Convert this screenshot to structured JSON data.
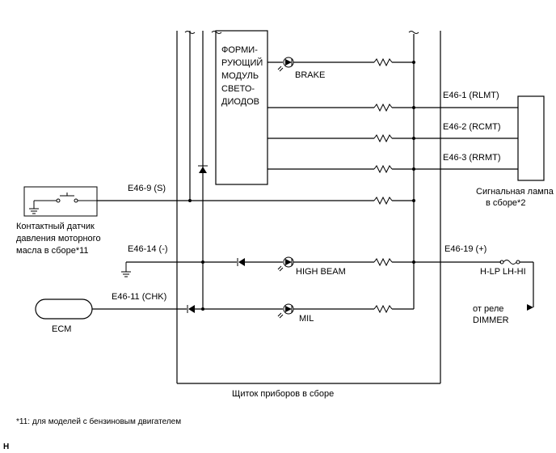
{
  "diagram": {
    "module_label": [
      "ФОРМИ-",
      "РУЮЩИЙ",
      "МОДУЛЬ",
      "СВЕТО-",
      "ДИОДОВ"
    ],
    "brake_label": "BRAKE",
    "high_beam_label": "HIGH BEAM",
    "mil_label": "MIL",
    "connectors": {
      "e46_1": "E46-1 (RLMT)",
      "e46_2": "E46-2 (RCMT)",
      "e46_3": "E46-3 (RRMT)",
      "e46_9": "E46-9 (S)",
      "e46_14": "E46-14 (-)",
      "e46_19": "E46-19 (+)",
      "e46_11": "E46-11 (CHK)"
    },
    "signal_lamp": [
      "Сигнальная лампа",
      "в сборе*2"
    ],
    "oil_switch": [
      "Контактный датчик",
      "давления моторного",
      "масла в сборе*11"
    ],
    "ecm_label": "ECM",
    "fuse_label": "H-LP LH-HI",
    "relay_label": [
      "от реле",
      "DIMMER"
    ],
    "cluster_label": "Щиток приборов в сборе",
    "footnote": "*11: для моделей с бензиновым двигателем",
    "corner_mark": "H"
  }
}
